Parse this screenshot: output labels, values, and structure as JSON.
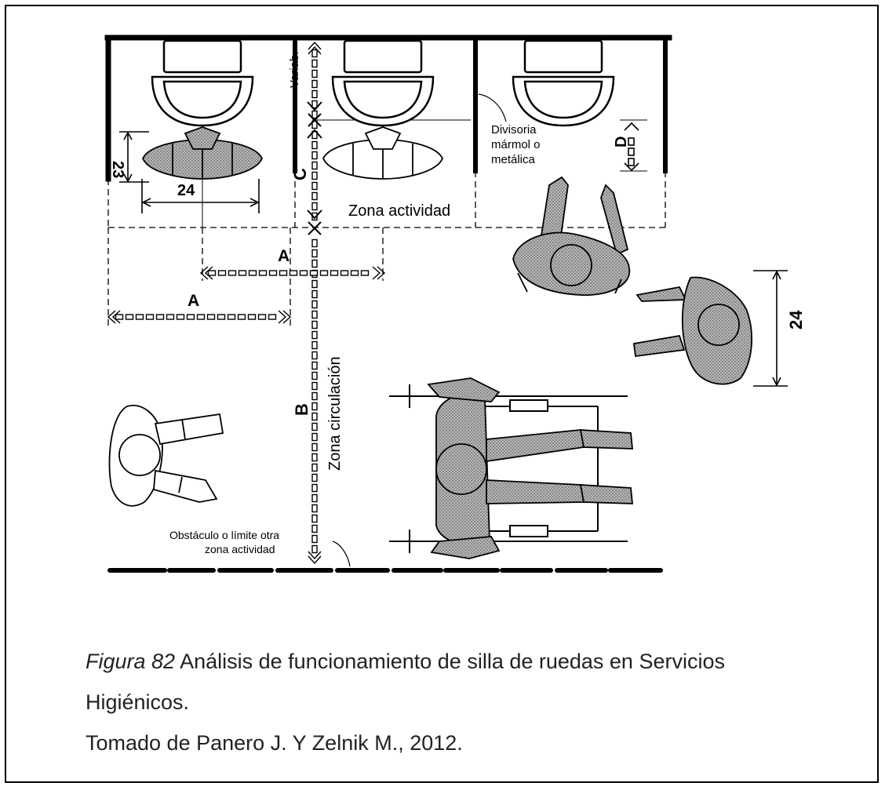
{
  "figure": {
    "labels": {
      "variab": "Variab.",
      "c": "C",
      "d": "D",
      "dim_23": "23",
      "dim_24_stall": "24",
      "dim_24_side": "24",
      "a_upper": "A",
      "a_lower": "A",
      "b": "B",
      "zona_actividad": "Zona actividad",
      "zona_circulacion": "Zona circulación",
      "divisoria_1": "Divisoria",
      "divisoria_2": "mármol o",
      "divisoria_3": "metálica",
      "obstaculo_1": "Obstáculo o límite otra",
      "obstaculo_2": "zona actividad"
    }
  },
  "caption": {
    "figure_label": "Figura 82",
    "text_line1": " Análisis de funcionamiento de silla de ruedas en Servicios",
    "text_line2": "Higiénicos.",
    "source": "Tomado de Panero J. Y Zelnik M., 2012."
  },
  "colors": {
    "ink": "#000000",
    "shade": "#9a9a9a",
    "text": "#222222"
  }
}
